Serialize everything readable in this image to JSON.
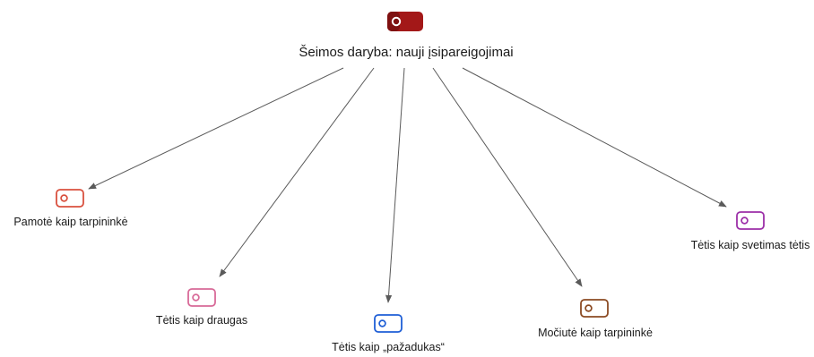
{
  "root": {
    "label": "Šeimos daryba: nauji įsipareigojimai",
    "icon": "tag-icon",
    "color": "#a31818"
  },
  "children": [
    {
      "id": "pamote",
      "label": "Pamotė kaip tarpininkė",
      "icon": "tag-icon",
      "color": "#d9513f"
    },
    {
      "id": "tetis-draugas",
      "label": "Tėtis kaip draugas",
      "icon": "tag-icon",
      "color": "#d86a98"
    },
    {
      "id": "tetis-pazadukas",
      "label": "Tėtis kaip „pažadukas“",
      "icon": "tag-icon",
      "color": "#1f5fd6"
    },
    {
      "id": "mociute",
      "label": "Močiutė kaip tarpininkė",
      "icon": "tag-icon",
      "color": "#8b4a22"
    },
    {
      "id": "tetis-svetimas",
      "label": "Tėtis kaip svetimas tėtis",
      "icon": "tag-icon",
      "color": "#9c2fa8"
    }
  ]
}
